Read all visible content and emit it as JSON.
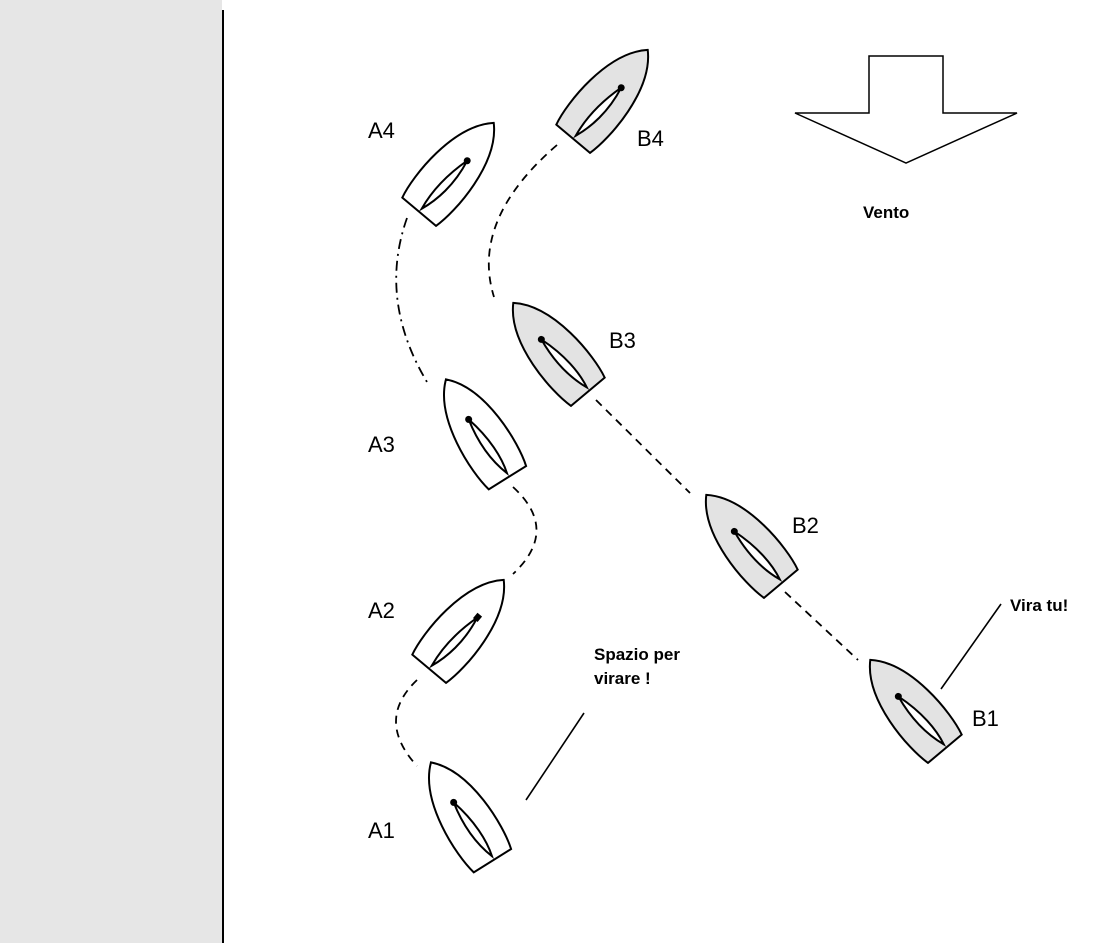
{
  "colors": {
    "land": "#e6e6e6",
    "water": "#ffffff",
    "boat_a_fill": "#ffffff",
    "boat_b_fill": "#e3e3e3",
    "stroke": "#000000"
  },
  "wind": {
    "label": "Vento",
    "icon": "wind-arrow-icon"
  },
  "boats": {
    "a1": {
      "label": "A1"
    },
    "a2": {
      "label": "A2"
    },
    "a3": {
      "label": "A3"
    },
    "a4": {
      "label": "A4"
    },
    "b1": {
      "label": "B1"
    },
    "b2": {
      "label": "B2"
    },
    "b3": {
      "label": "B3"
    },
    "b4": {
      "label": "B4"
    }
  },
  "notes": {
    "room_to_tack_line1": "Spazio per",
    "room_to_tack_line2": "virare !",
    "tack_you": "Vira tu!"
  }
}
